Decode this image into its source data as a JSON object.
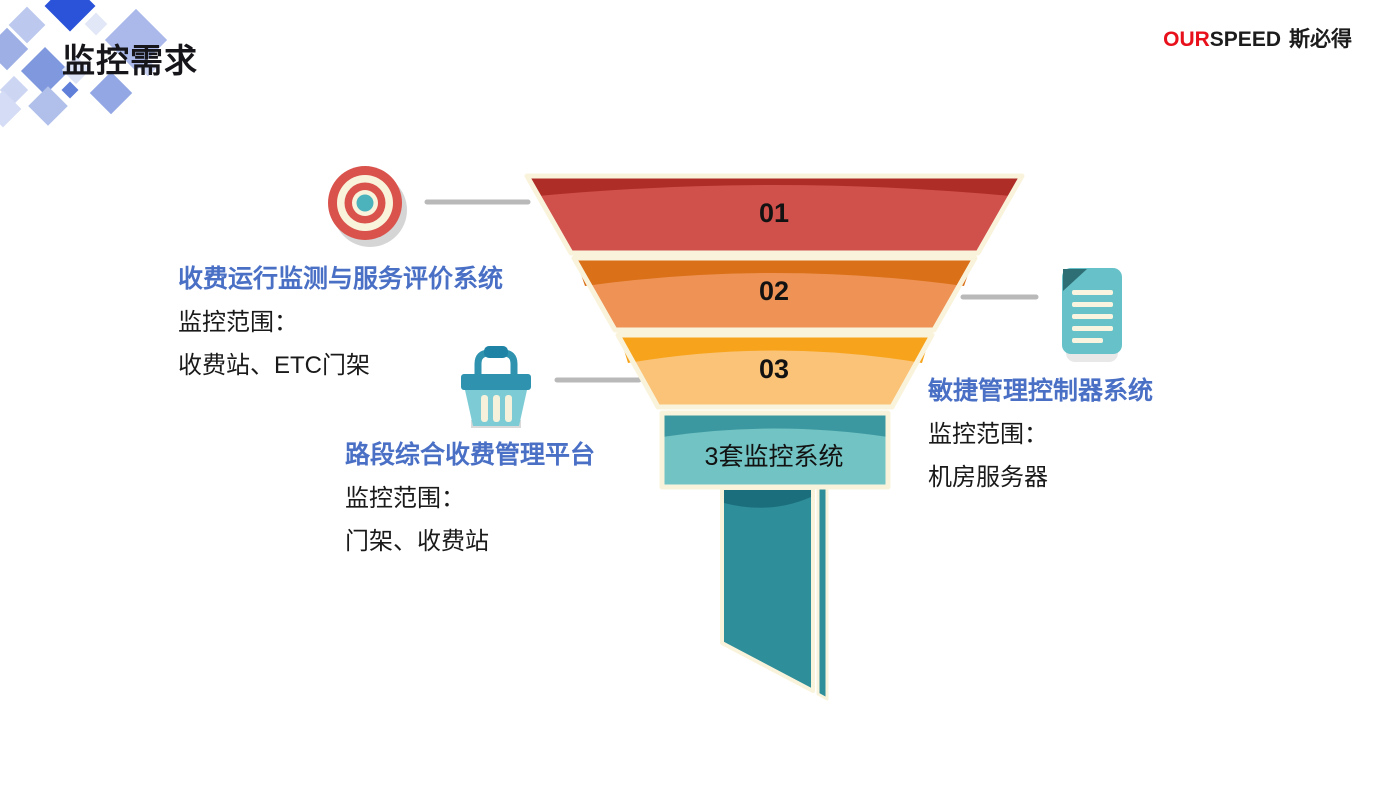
{
  "header": {
    "title": "监控需求",
    "logo": {
      "our": "OUR",
      "speed": "SPEED",
      "cn": "斯必得"
    }
  },
  "funnel": {
    "levels": [
      {
        "label": "01",
        "color": "#d0504b",
        "band_color": "#ae2d26"
      },
      {
        "label": "02",
        "color": "#ee9355",
        "band_color": "#da7018"
      },
      {
        "label": "03",
        "color": "#fac377",
        "band_color": "#f7a41c"
      }
    ],
    "result": {
      "label": "3套监控系统",
      "color": "#72c3c3",
      "band_color": "#3c98a0"
    },
    "spout_color": "#2e8e9a",
    "spout_band_color": "#1b6f7c",
    "outline_color": "#faf3dc"
  },
  "annotations": [
    {
      "icon": "target-icon",
      "title": "收费运行监测与服务评价系统",
      "scope_label": "监控范围：",
      "scope_value": "收费站、ETC门架"
    },
    {
      "icon": "basket-icon",
      "title": "路段综合收费管理平台",
      "scope_label": "监控范围：",
      "scope_value": "门架、收费站"
    },
    {
      "icon": "document-icon",
      "title": "敏捷管理控制器系统",
      "scope_label": "监控范围：",
      "scope_value": "机房服务器"
    }
  ],
  "colors": {
    "heading_blue": "#4a70c6",
    "logo_red": "#e8101b",
    "connector_gray": "#b9b9b9",
    "icon_teal": "#66c2c8",
    "target_red": "#d9534c",
    "target_dot_teal": "#4cb2bc"
  }
}
